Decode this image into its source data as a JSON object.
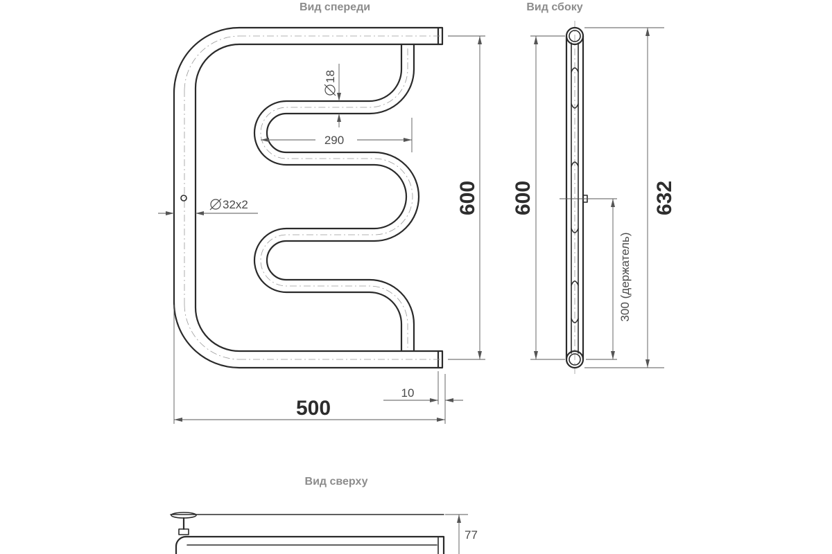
{
  "views": {
    "front_title": "Вид спереди",
    "side_title": "Вид сбоку",
    "top_title": "Вид сверху"
  },
  "dimensions": {
    "width": "500",
    "height_front": "600",
    "height_side": "600",
    "total_height": "632",
    "inner_width": "290",
    "offset": "10",
    "inner_tube": "18",
    "outer_tube": "32x2",
    "holder": "300 (держатель)",
    "depth": "77"
  }
}
